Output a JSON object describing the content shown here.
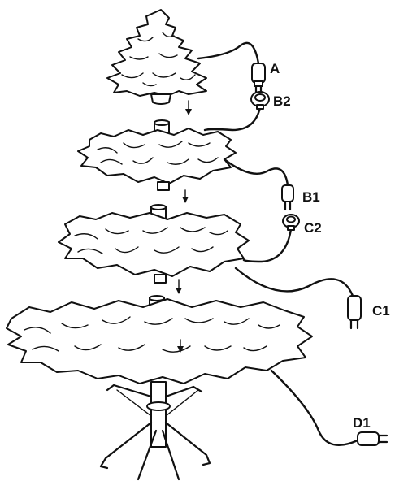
{
  "labels": {
    "a": "A",
    "b2": "B2",
    "b1": "B1",
    "c2": "C2",
    "c1": "C1",
    "d1": "D1"
  }
}
